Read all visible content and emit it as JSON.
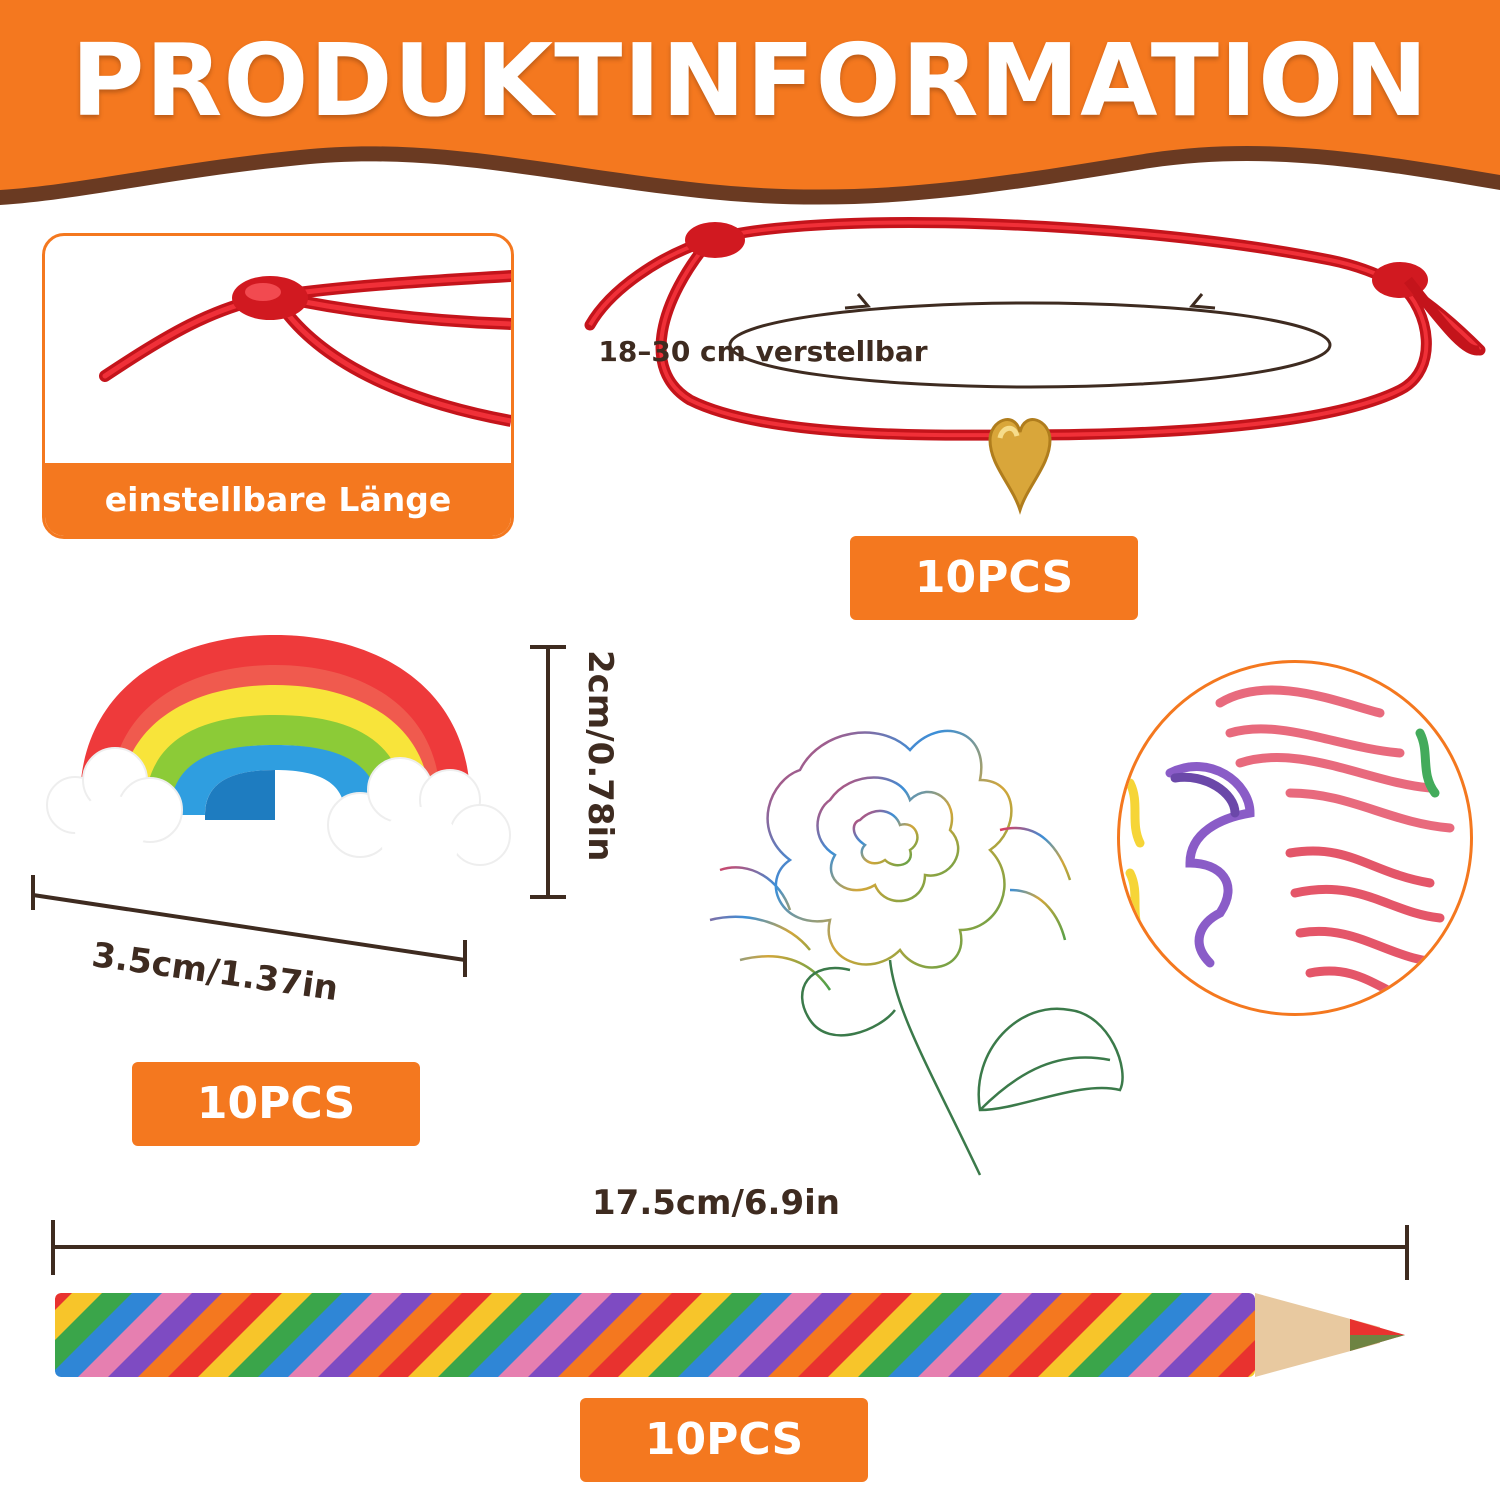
{
  "header": {
    "title": "PRODUKTINFORMATION"
  },
  "bracelet": {
    "detail_label": "einstellbare Länge",
    "adjust_text": "18–30 cm verstellbar",
    "quantity": "10PCS"
  },
  "eraser": {
    "height_label": "2cm/0.78in",
    "width_label": "3.5cm/1.37in",
    "quantity": "10PCS"
  },
  "pencil": {
    "length_label": "17.5cm/6.9in",
    "quantity": "10PCS"
  },
  "colors": {
    "accent": "#f4781f",
    "dark_brown": "#6a3a22",
    "text": "#3e2b20",
    "cord_red": "#e01c24"
  }
}
